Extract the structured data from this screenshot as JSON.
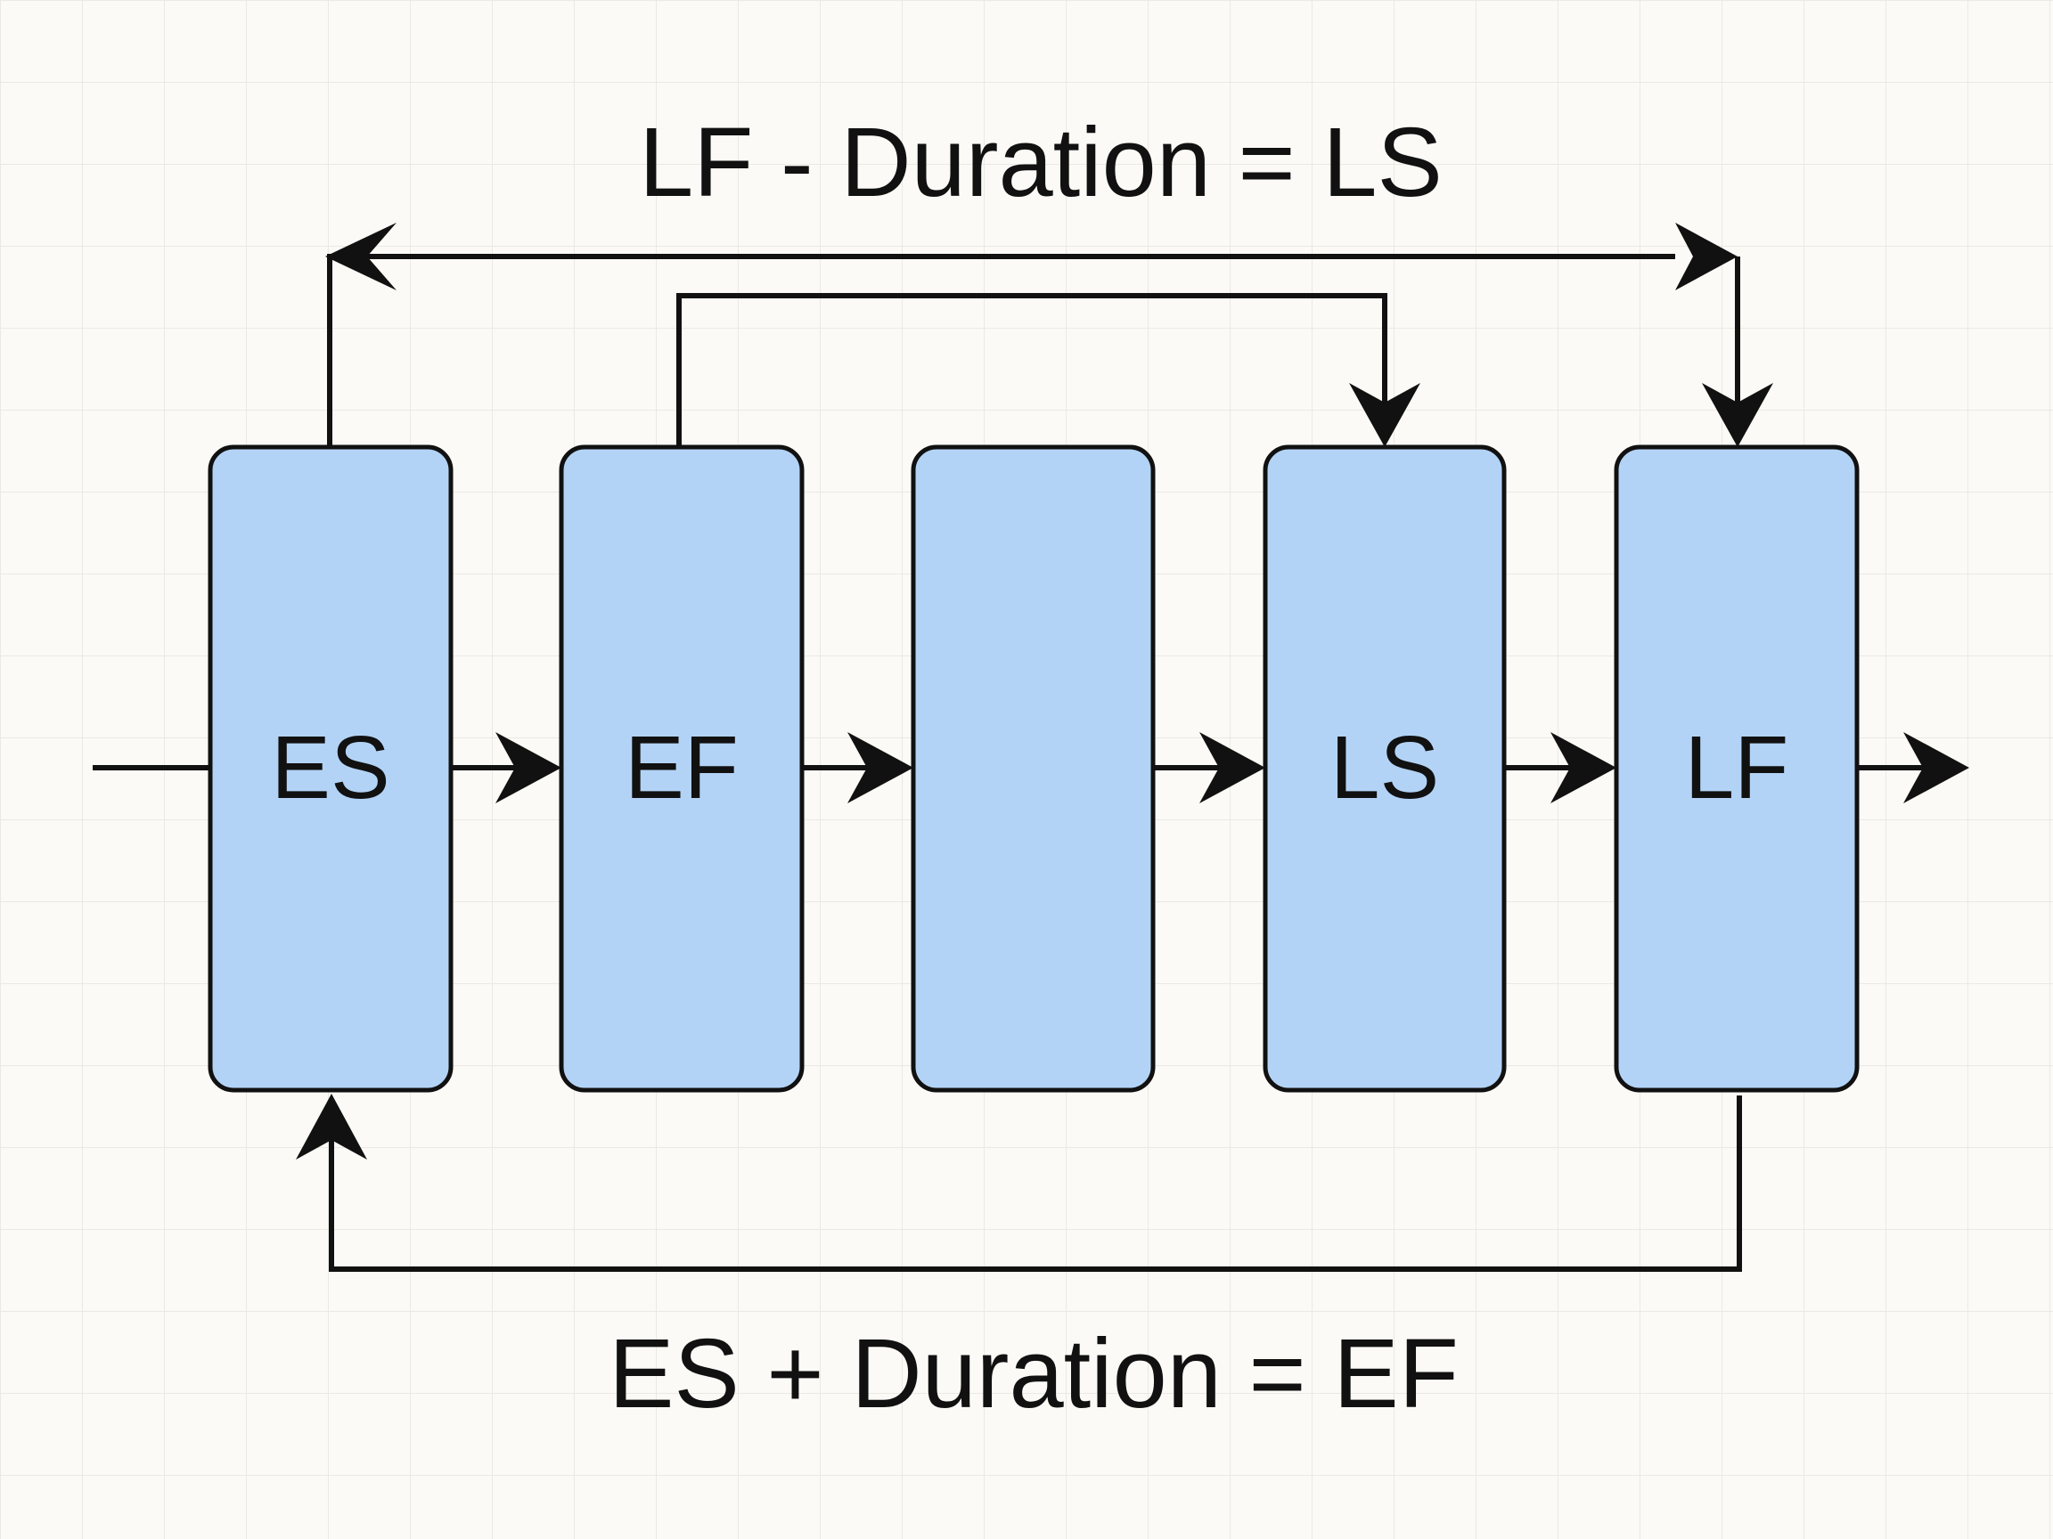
{
  "diagram": {
    "top_formula": "LF - Duration = LS",
    "bottom_formula": "ES + Duration = EF",
    "nodes": [
      {
        "id": "es",
        "label": "ES"
      },
      {
        "id": "ef",
        "label": "EF"
      },
      {
        "id": "blank",
        "label": ""
      },
      {
        "id": "ls",
        "label": "LS"
      },
      {
        "id": "lf",
        "label": "LF"
      }
    ],
    "colors": {
      "node_fill": "#b3d3f6",
      "line": "#111111",
      "background": "#fbfaf6",
      "grid": "#ebe9e4"
    }
  }
}
